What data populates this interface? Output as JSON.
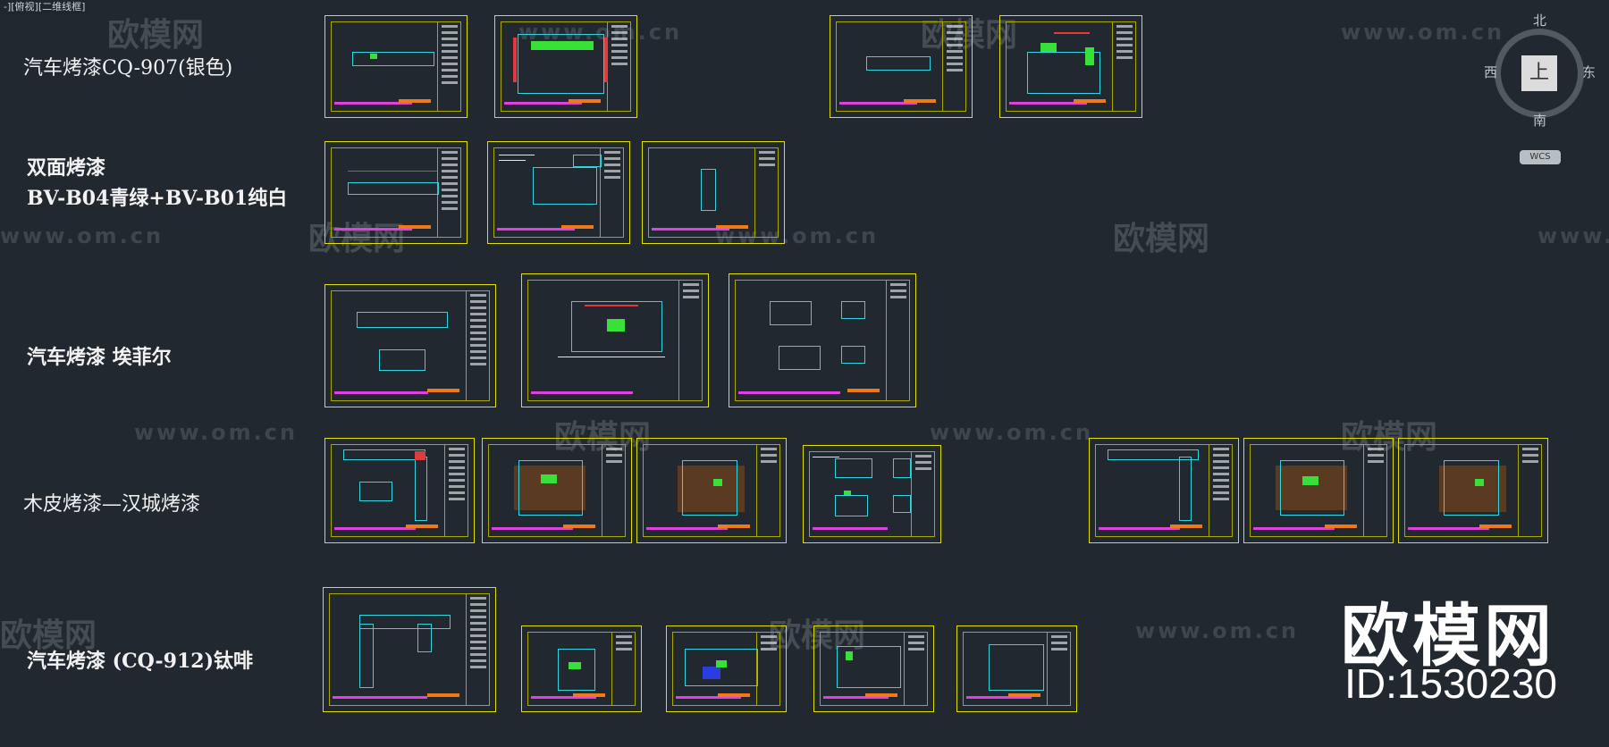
{
  "viewport": {
    "label": "-][俯视][二维线框]"
  },
  "rows": [
    {
      "id": "row1",
      "label": "汽车烤漆CQ-907(银色)",
      "bold": false
    },
    {
      "id": "row2",
      "label_line1": "双面烤漆",
      "label_line2": "BV-B04青绿+BV-B01纯白",
      "bold": true
    },
    {
      "id": "row3",
      "label": "汽车烤漆 埃菲尔",
      "bold": true
    },
    {
      "id": "row4",
      "label": "木皮烤漆—汉城烤漆",
      "bold": false
    },
    {
      "id": "row5",
      "label": "汽车烤漆 (CQ-912)钛啡",
      "bold": true
    }
  ],
  "watermarks": {
    "url": "www.om.cn",
    "logo": "欧模网"
  },
  "brand": {
    "name": "欧模网",
    "id_text": "ID:1530230"
  },
  "viewcube": {
    "north": "北",
    "south": "南",
    "east": "东",
    "west": "西",
    "face": "上",
    "wcs": "WCS"
  },
  "colors": {
    "background": "#212830",
    "sheet_border": "#e0e000",
    "cabinet": "#2fd6e0",
    "accent_green": "#39e03a",
    "accent_magenta": "#e040e0",
    "accent_orange": "#f07a1a"
  }
}
